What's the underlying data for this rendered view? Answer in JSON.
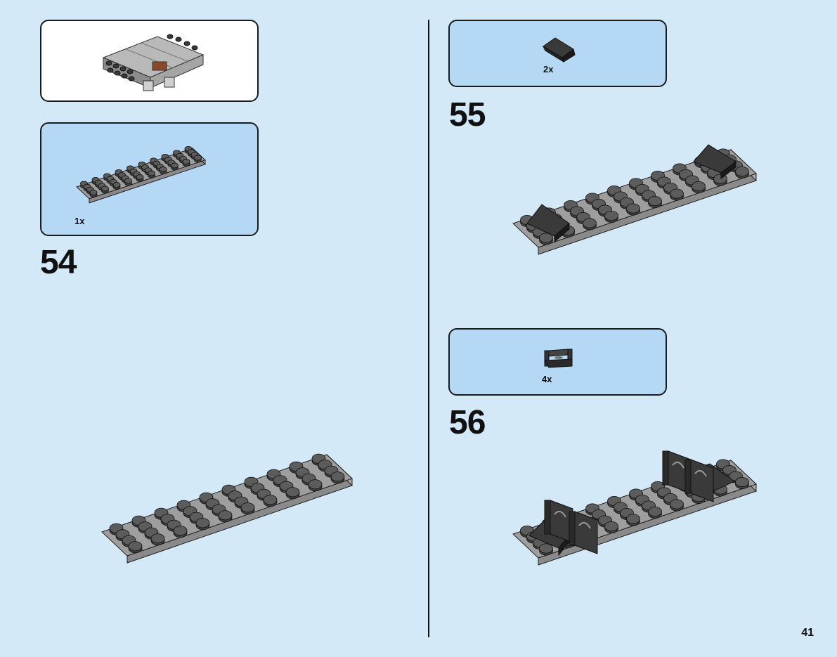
{
  "steps": [
    {
      "number": "54",
      "parts": [
        {
          "qty": "1x",
          "part": "plate-4x10-dark-gray-icon"
        }
      ]
    },
    {
      "number": "55",
      "parts": [
        {
          "qty": "2x",
          "part": "slope-black-icon"
        }
      ]
    },
    {
      "number": "56",
      "parts": [
        {
          "qty": "4x",
          "part": "bracket-black-icon"
        }
      ]
    }
  ],
  "page_number": "41",
  "colors": {
    "background": "#d3e9f8",
    "callout_box": "#b5d8f4",
    "plate_top": "#9e9e9e",
    "stud": "#5c5c5c",
    "black_part": "#2a2a2a"
  }
}
